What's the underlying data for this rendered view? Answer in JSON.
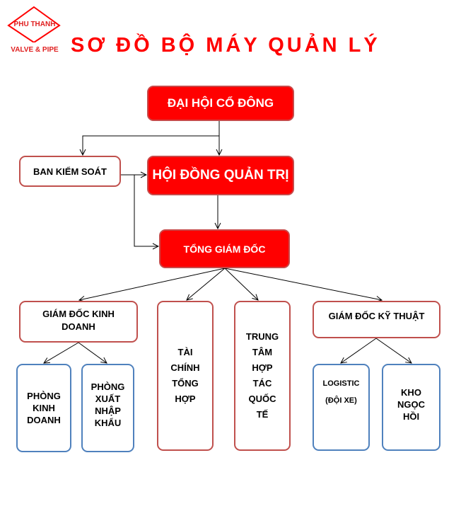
{
  "logo": {
    "name": "PHU THANH",
    "tagline": "VALVE & PIPE"
  },
  "title": "SƠ ĐỒ BỘ MÁY QUẢN LÝ",
  "nodes": {
    "shareholders": "ĐẠI HỘI CỔ ĐÔNG",
    "supervisory": "BAN KIỂM SOÁT",
    "board": "HỘI ĐỒNG QUẢN TRỊ",
    "ceo": "TỔNG GIÁM ĐỐC",
    "sales_director": "GIÁM ĐỐC KINH\nDOANH",
    "finance": "TÀI\nCHÍNH\nTỔNG\nHỢP",
    "intl_center": "TRUNG\nTÂM\nHỢP\nTÁC\nQUỐC\nTẾ",
    "tech_director": "GIÁM ĐỐC KỸ THUẬT",
    "sales_dept": "PHÒNG\nKINH\nDOANH",
    "import_export": "PHÒNG\nXUẤT\nNHẬP\nKHẨU",
    "logistics": "LOGISTIC\n\n(ĐỘI XE)",
    "warehouse": "KHO\nNGỌC\nHỒI"
  },
  "colors": {
    "brand_red": "#ff0000",
    "red_border": "#c0504d",
    "blue_border": "#4f81bd"
  }
}
